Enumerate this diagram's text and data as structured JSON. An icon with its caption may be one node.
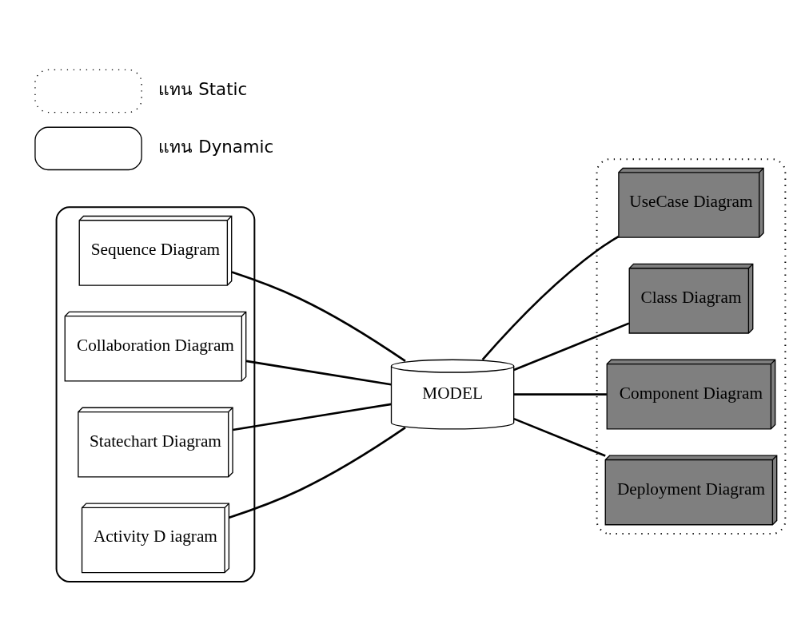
{
  "diagram": {
    "nodes": [
      {
        "text": [],
        "shape": "outline"
      },
      {
        "text": [],
        "shape": "outline"
      },
      {
        "text": [
          "MODEL"
        ]
      },
      {
        "text": [
          "UseCase Diagram"
        ],
        "in": 1
      },
      {
        "text": [
          "Class Diagram"
        ],
        "in": 1
      },
      {
        "text": [
          "Component Diagram"
        ],
        "in": 1
      },
      {
        "text": [
          "Deployment Diagram"
        ],
        "in": 1
      },
      {
        "text": [
          "Sequence Diagram"
        ],
        "in": 0
      },
      {
        "text": [
          "Collaboration Diagram"
        ],
        "in": 0
      },
      {
        "text": [
          "Statechart Diagram"
        ],
        "in": 0
      },
      {
        "text": [
          "Activity D iagram"
        ],
        "in": 0
      }
    ],
    "edges": [
      {
        "from": 2,
        "to": 3,
        "arrow": "none"
      },
      {
        "from": 2,
        "to": 4,
        "arrow": "none"
      },
      {
        "from": 2,
        "to": 5,
        "arrow": "none"
      },
      {
        "from": 2,
        "to": 6,
        "arrow": "none"
      },
      {
        "from": 2,
        "to": 7,
        "arrow": "none"
      },
      {
        "from": 2,
        "to": 8,
        "arrow": "none"
      },
      {
        "from": 2,
        "to": 9,
        "arrow": "none"
      },
      {
        "from": 2,
        "to": 10,
        "arrow": "none"
      }
    ],
    "legend": [
      {
        "text": "แทน Static"
      },
      {
        "text": "แทน Dynamic"
      }
    ]
  }
}
